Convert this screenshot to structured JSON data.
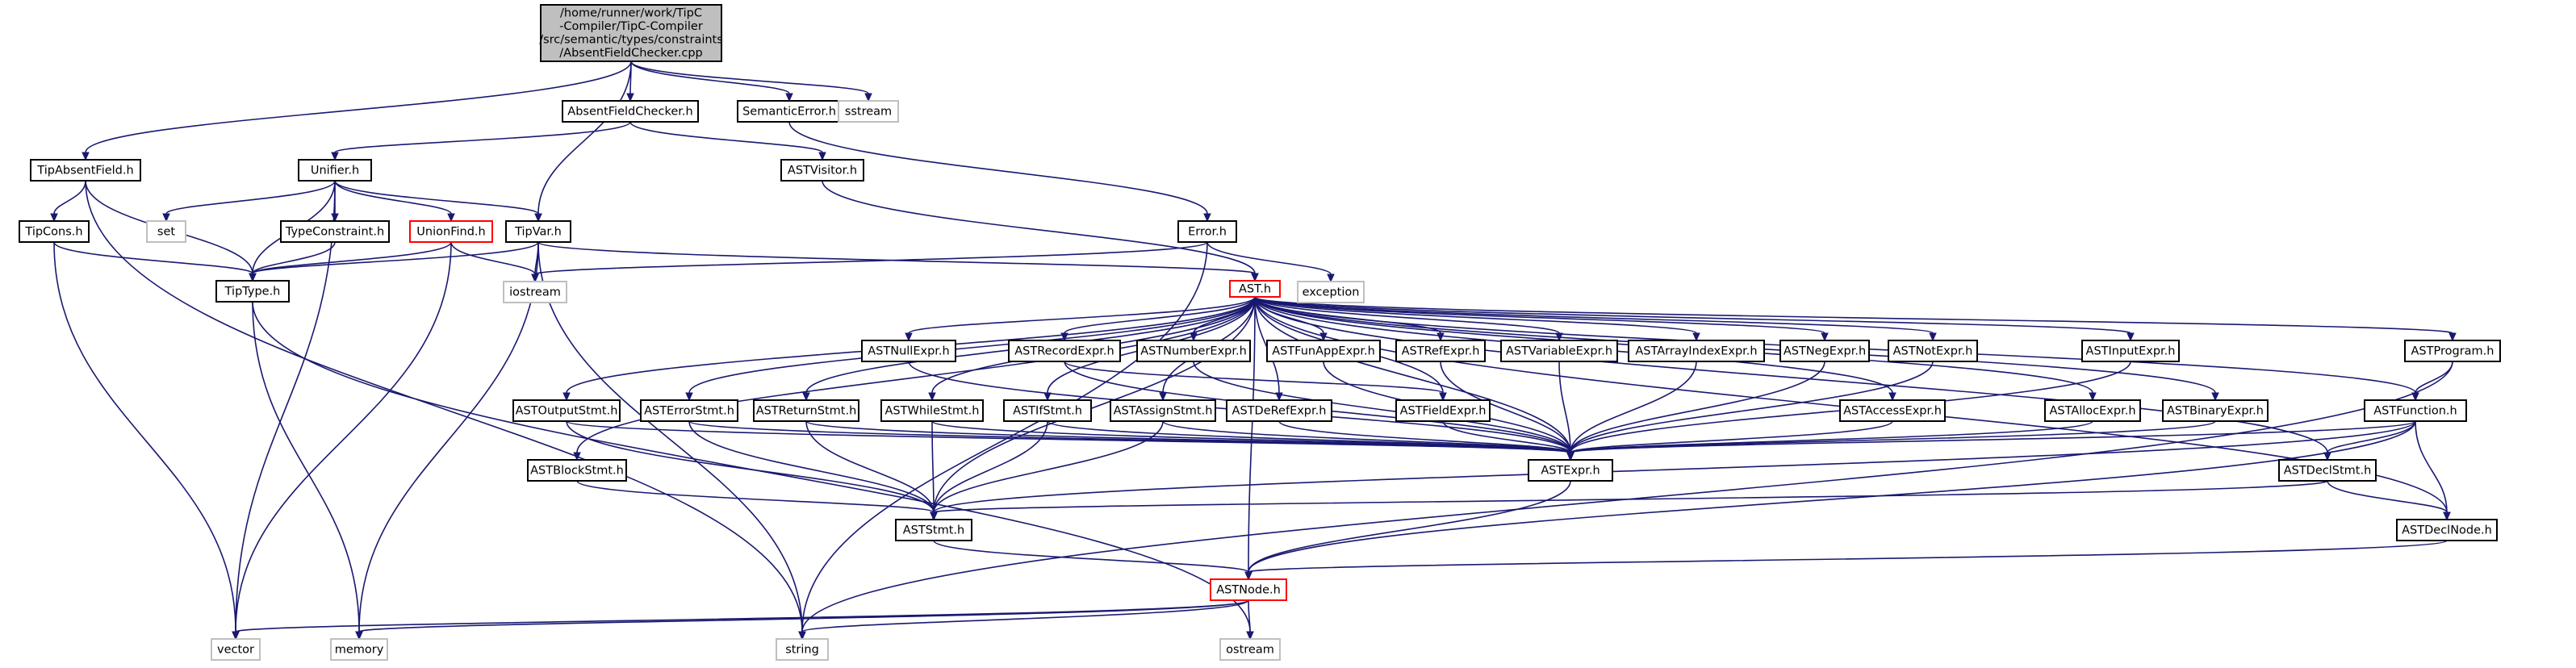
{
  "colors": {
    "edge": "#191970",
    "root_fill": "#bfbfbf",
    "border_normal": "#000000",
    "border_truncated": "#ff0000",
    "border_external": "#bfbfbf",
    "fill_normal": "#ffffff"
  },
  "nodes": [
    {
      "id": "root",
      "lines": [
        "/home/runner/work/TipC",
        "-Compiler/TipC-Compiler",
        "/src/semantic/types/constraints",
        "/AbsentFieldChecker.cpp"
      ],
      "kind": "root"
    },
    {
      "id": "AbsentFieldChecker_h",
      "lines": [
        "AbsentFieldChecker.h"
      ],
      "kind": "normal"
    },
    {
      "id": "SemanticError_h",
      "lines": [
        "SemanticError.h"
      ],
      "kind": "normal"
    },
    {
      "id": "sstream",
      "lines": [
        "sstream"
      ],
      "kind": "external"
    },
    {
      "id": "TipAbsentField_h",
      "lines": [
        "TipAbsentField.h"
      ],
      "kind": "normal"
    },
    {
      "id": "Unifier_h",
      "lines": [
        "Unifier.h"
      ],
      "kind": "normal"
    },
    {
      "id": "ASTVisitor_h",
      "lines": [
        "ASTVisitor.h"
      ],
      "kind": "normal"
    },
    {
      "id": "Error_h",
      "lines": [
        "Error.h"
      ],
      "kind": "normal"
    },
    {
      "id": "set",
      "lines": [
        "set"
      ],
      "kind": "external"
    },
    {
      "id": "TypeConstraint_h",
      "lines": [
        "TypeConstraint.h"
      ],
      "kind": "normal"
    },
    {
      "id": "UnionFind_h",
      "lines": [
        "UnionFind.h"
      ],
      "kind": "truncated"
    },
    {
      "id": "TipVar_h",
      "lines": [
        "TipVar.h"
      ],
      "kind": "normal"
    },
    {
      "id": "TipCons_h",
      "lines": [
        "TipCons.h"
      ],
      "kind": "normal"
    },
    {
      "id": "TipType_h",
      "lines": [
        "TipType.h"
      ],
      "kind": "normal"
    },
    {
      "id": "iostream",
      "lines": [
        "iostream"
      ],
      "kind": "external"
    },
    {
      "id": "exception",
      "lines": [
        "exception"
      ],
      "kind": "external"
    },
    {
      "id": "AST_h",
      "lines": [
        "AST.h"
      ],
      "kind": "truncated"
    },
    {
      "id": "ASTNullExpr_h",
      "lines": [
        "ASTNullExpr.h"
      ],
      "kind": "normal"
    },
    {
      "id": "ASTRecordExpr_h",
      "lines": [
        "ASTRecordExpr.h"
      ],
      "kind": "normal"
    },
    {
      "id": "ASTNumberExpr_h",
      "lines": [
        "ASTNumberExpr.h"
      ],
      "kind": "normal"
    },
    {
      "id": "ASTFunAppExpr_h",
      "lines": [
        "ASTFunAppExpr.h"
      ],
      "kind": "normal"
    },
    {
      "id": "ASTRefExpr_h",
      "lines": [
        "ASTRefExpr.h"
      ],
      "kind": "normal"
    },
    {
      "id": "ASTVariableExpr_h",
      "lines": [
        "ASTVariableExpr.h"
      ],
      "kind": "normal"
    },
    {
      "id": "ASTArrayIndexExpr_h",
      "lines": [
        "ASTArrayIndexExpr.h"
      ],
      "kind": "normal"
    },
    {
      "id": "ASTNegExpr_h",
      "lines": [
        "ASTNegExpr.h"
      ],
      "kind": "normal"
    },
    {
      "id": "ASTNotExpr_h",
      "lines": [
        "ASTNotExpr.h"
      ],
      "kind": "normal"
    },
    {
      "id": "ASTInputExpr_h",
      "lines": [
        "ASTInputExpr.h"
      ],
      "kind": "normal"
    },
    {
      "id": "ASTProgram_h",
      "lines": [
        "ASTProgram.h"
      ],
      "kind": "normal"
    },
    {
      "id": "ASTOutputStmt_h",
      "lines": [
        "ASTOutputStmt.h"
      ],
      "kind": "normal"
    },
    {
      "id": "ASTErrorStmt_h",
      "lines": [
        "ASTErrorStmt.h"
      ],
      "kind": "normal"
    },
    {
      "id": "ASTReturnStmt_h",
      "lines": [
        "ASTReturnStmt.h"
      ],
      "kind": "normal"
    },
    {
      "id": "ASTWhileStmt_h",
      "lines": [
        "ASTWhileStmt.h"
      ],
      "kind": "normal"
    },
    {
      "id": "ASTIfStmt_h",
      "lines": [
        "ASTIfStmt.h"
      ],
      "kind": "normal"
    },
    {
      "id": "ASTAssignStmt_h",
      "lines": [
        "ASTAssignStmt.h"
      ],
      "kind": "normal"
    },
    {
      "id": "ASTDeRefExpr_h",
      "lines": [
        "ASTDeRefExpr.h"
      ],
      "kind": "normal"
    },
    {
      "id": "ASTFieldExpr_h",
      "lines": [
        "ASTFieldExpr.h"
      ],
      "kind": "normal"
    },
    {
      "id": "ASTAccessExpr_h",
      "lines": [
        "ASTAccessExpr.h"
      ],
      "kind": "normal"
    },
    {
      "id": "ASTAllocExpr_h",
      "lines": [
        "ASTAllocExpr.h"
      ],
      "kind": "normal"
    },
    {
      "id": "ASTBinaryExpr_h",
      "lines": [
        "ASTBinaryExpr.h"
      ],
      "kind": "normal"
    },
    {
      "id": "ASTFunction_h",
      "lines": [
        "ASTFunction.h"
      ],
      "kind": "normal"
    },
    {
      "id": "ASTBlockStmt_h",
      "lines": [
        "ASTBlockStmt.h"
      ],
      "kind": "normal"
    },
    {
      "id": "ASTExpr_h",
      "lines": [
        "ASTExpr.h"
      ],
      "kind": "normal"
    },
    {
      "id": "ASTDeclStmt_h",
      "lines": [
        "ASTDeclStmt.h"
      ],
      "kind": "normal"
    },
    {
      "id": "ASTStmt_h",
      "lines": [
        "ASTStmt.h"
      ],
      "kind": "normal"
    },
    {
      "id": "ASTDeclNode_h",
      "lines": [
        "ASTDeclNode.h"
      ],
      "kind": "normal"
    },
    {
      "id": "ASTNode_h",
      "lines": [
        "ASTNode.h"
      ],
      "kind": "truncated"
    },
    {
      "id": "vector",
      "lines": [
        "vector"
      ],
      "kind": "external"
    },
    {
      "id": "memory",
      "lines": [
        "memory"
      ],
      "kind": "external"
    },
    {
      "id": "string",
      "lines": [
        "string"
      ],
      "kind": "external"
    },
    {
      "id": "ostream",
      "lines": [
        "ostream"
      ],
      "kind": "external"
    }
  ],
  "edges": [
    [
      "root",
      "AbsentFieldChecker_h"
    ],
    [
      "root",
      "SemanticError_h"
    ],
    [
      "root",
      "sstream"
    ],
    [
      "root",
      "TipAbsentField_h"
    ],
    [
      "root",
      "TipVar_h"
    ],
    [
      "AbsentFieldChecker_h",
      "Unifier_h"
    ],
    [
      "AbsentFieldChecker_h",
      "ASTVisitor_h"
    ],
    [
      "SemanticError_h",
      "Error_h"
    ],
    [
      "TipAbsentField_h",
      "TipCons_h"
    ],
    [
      "TipAbsentField_h",
      "TipType_h"
    ],
    [
      "TipAbsentField_h",
      "string"
    ],
    [
      "Unifier_h",
      "set"
    ],
    [
      "Unifier_h",
      "TypeConstraint_h"
    ],
    [
      "Unifier_h",
      "UnionFind_h"
    ],
    [
      "Unifier_h",
      "TipVar_h"
    ],
    [
      "Unifier_h",
      "TipType_h"
    ],
    [
      "Unifier_h",
      "vector"
    ],
    [
      "TypeConstraint_h",
      "TipType_h"
    ],
    [
      "UnionFind_h",
      "TipType_h"
    ],
    [
      "UnionFind_h",
      "iostream"
    ],
    [
      "UnionFind_h",
      "vector"
    ],
    [
      "TipVar_h",
      "TipType_h"
    ],
    [
      "TipVar_h",
      "AST_h"
    ],
    [
      "TipVar_h",
      "iostream"
    ],
    [
      "TipVar_h",
      "memory"
    ],
    [
      "TipVar_h",
      "string"
    ],
    [
      "TipCons_h",
      "TipType_h"
    ],
    [
      "TipCons_h",
      "vector"
    ],
    [
      "TipType_h",
      "memory"
    ],
    [
      "TipType_h",
      "ostream"
    ],
    [
      "ASTVisitor_h",
      "AST_h"
    ],
    [
      "Error_h",
      "iostream"
    ],
    [
      "Error_h",
      "exception"
    ],
    [
      "Error_h",
      "string"
    ],
    [
      "AST_h",
      "ASTNullExpr_h"
    ],
    [
      "AST_h",
      "ASTRecordExpr_h"
    ],
    [
      "AST_h",
      "ASTNumberExpr_h"
    ],
    [
      "AST_h",
      "ASTFunAppExpr_h"
    ],
    [
      "AST_h",
      "ASTRefExpr_h"
    ],
    [
      "AST_h",
      "ASTVariableExpr_h"
    ],
    [
      "AST_h",
      "ASTArrayIndexExpr_h"
    ],
    [
      "AST_h",
      "ASTNegExpr_h"
    ],
    [
      "AST_h",
      "ASTNotExpr_h"
    ],
    [
      "AST_h",
      "ASTInputExpr_h"
    ],
    [
      "AST_h",
      "ASTProgram_h"
    ],
    [
      "AST_h",
      "ASTOutputStmt_h"
    ],
    [
      "AST_h",
      "ASTErrorStmt_h"
    ],
    [
      "AST_h",
      "ASTReturnStmt_h"
    ],
    [
      "AST_h",
      "ASTWhileStmt_h"
    ],
    [
      "AST_h",
      "ASTIfStmt_h"
    ],
    [
      "AST_h",
      "ASTAssignStmt_h"
    ],
    [
      "AST_h",
      "ASTDeRefExpr_h"
    ],
    [
      "AST_h",
      "ASTFieldExpr_h"
    ],
    [
      "AST_h",
      "ASTAccessExpr_h"
    ],
    [
      "AST_h",
      "ASTAllocExpr_h"
    ],
    [
      "AST_h",
      "ASTBinaryExpr_h"
    ],
    [
      "AST_h",
      "ASTFunction_h"
    ],
    [
      "AST_h",
      "ASTBlockStmt_h"
    ],
    [
      "AST_h",
      "ASTExpr_h"
    ],
    [
      "AST_h",
      "ASTDeclStmt_h"
    ],
    [
      "AST_h",
      "ASTStmt_h"
    ],
    [
      "AST_h",
      "ASTDeclNode_h"
    ],
    [
      "AST_h",
      "ASTNode_h"
    ],
    [
      "ASTNullExpr_h",
      "ASTExpr_h"
    ],
    [
      "ASTRecordExpr_h",
      "ASTExpr_h"
    ],
    [
      "ASTRecordExpr_h",
      "ASTFieldExpr_h"
    ],
    [
      "ASTNumberExpr_h",
      "ASTExpr_h"
    ],
    [
      "ASTFunAppExpr_h",
      "ASTExpr_h"
    ],
    [
      "ASTRefExpr_h",
      "ASTExpr_h"
    ],
    [
      "ASTVariableExpr_h",
      "ASTExpr_h"
    ],
    [
      "ASTArrayIndexExpr_h",
      "ASTExpr_h"
    ],
    [
      "ASTNegExpr_h",
      "ASTExpr_h"
    ],
    [
      "ASTNotExpr_h",
      "ASTExpr_h"
    ],
    [
      "ASTInputExpr_h",
      "ASTExpr_h"
    ],
    [
      "ASTProgram_h",
      "ASTFunction_h"
    ],
    [
      "ASTProgram_h",
      "string"
    ],
    [
      "ASTOutputStmt_h",
      "ASTStmt_h"
    ],
    [
      "ASTOutputStmt_h",
      "ASTExpr_h"
    ],
    [
      "ASTErrorStmt_h",
      "ASTStmt_h"
    ],
    [
      "ASTErrorStmt_h",
      "ASTExpr_h"
    ],
    [
      "ASTReturnStmt_h",
      "ASTStmt_h"
    ],
    [
      "ASTReturnStmt_h",
      "ASTExpr_h"
    ],
    [
      "ASTWhileStmt_h",
      "ASTStmt_h"
    ],
    [
      "ASTWhileStmt_h",
      "ASTExpr_h"
    ],
    [
      "ASTIfStmt_h",
      "ASTStmt_h"
    ],
    [
      "ASTIfStmt_h",
      "ASTExpr_h"
    ],
    [
      "ASTAssignStmt_h",
      "ASTStmt_h"
    ],
    [
      "ASTAssignStmt_h",
      "ASTExpr_h"
    ],
    [
      "ASTDeRefExpr_h",
      "ASTExpr_h"
    ],
    [
      "ASTFieldExpr_h",
      "ASTExpr_h"
    ],
    [
      "ASTAccessExpr_h",
      "ASTExpr_h"
    ],
    [
      "ASTAllocExpr_h",
      "ASTExpr_h"
    ],
    [
      "ASTBinaryExpr_h",
      "ASTExpr_h"
    ],
    [
      "ASTFunction_h",
      "ASTExpr_h"
    ],
    [
      "ASTFunction_h",
      "ASTDeclStmt_h"
    ],
    [
      "ASTFunction_h",
      "ASTStmt_h"
    ],
    [
      "ASTFunction_h",
      "ASTDeclNode_h"
    ],
    [
      "ASTFunction_h",
      "ASTNode_h"
    ],
    [
      "ASTBlockStmt_h",
      "ASTStmt_h"
    ],
    [
      "ASTExpr_h",
      "ASTNode_h"
    ],
    [
      "ASTDeclStmt_h",
      "ASTStmt_h"
    ],
    [
      "ASTDeclStmt_h",
      "ASTDeclNode_h"
    ],
    [
      "ASTStmt_h",
      "ASTNode_h"
    ],
    [
      "ASTDeclNode_h",
      "ASTNode_h"
    ],
    [
      "ASTNode_h",
      "vector"
    ],
    [
      "ASTNode_h",
      "memory"
    ],
    [
      "ASTNode_h",
      "string"
    ],
    [
      "ASTNode_h",
      "ostream"
    ]
  ]
}
